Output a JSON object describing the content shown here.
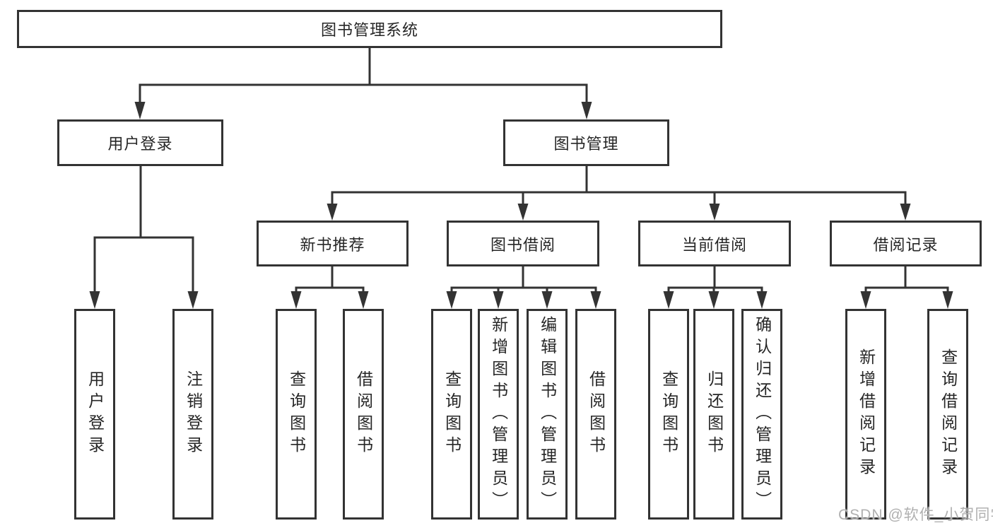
{
  "tree": {
    "root": {
      "label": "图书管理系统"
    },
    "branches": [
      {
        "label": "用户登录",
        "children": [
          {
            "label": "用户登录"
          },
          {
            "label": "注销登录"
          }
        ]
      },
      {
        "label": "图书管理",
        "children": [
          {
            "label": "新书推荐",
            "children": [
              {
                "label": "查询图书"
              },
              {
                "label": "借阅图书"
              }
            ]
          },
          {
            "label": "图书借阅",
            "children": [
              {
                "label": "查询图书"
              },
              {
                "label": "新增图书（管理员）"
              },
              {
                "label": "编辑图书（管理员）"
              },
              {
                "label": "借阅图书"
              }
            ]
          },
          {
            "label": "当前借阅",
            "children": [
              {
                "label": "查询图书"
              },
              {
                "label": "归还图书"
              },
              {
                "label": "确认归还（管理员）"
              }
            ]
          },
          {
            "label": "借阅记录",
            "children": [
              {
                "label": "新增借阅记录"
              },
              {
                "label": "查询借阅记录"
              }
            ]
          }
        ]
      }
    ]
  },
  "watermark": {
    "text": "CSDN @软件_小贺同学",
    "color": "#b0b0b0"
  },
  "colors": {
    "stroke": "#333333",
    "box_fill": "#ffffff",
    "text": "#262626",
    "background": "#ffffff"
  }
}
